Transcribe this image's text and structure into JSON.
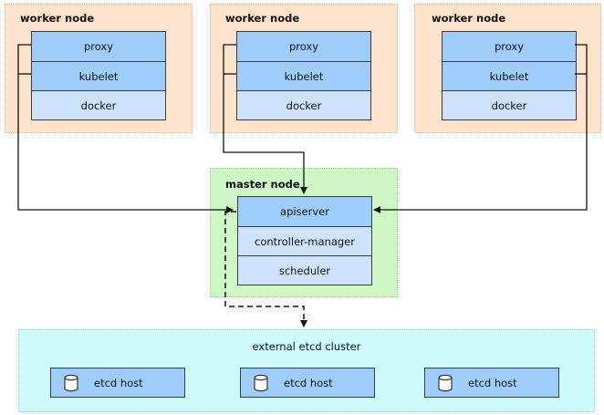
{
  "workers": [
    {
      "title": "worker node",
      "components": [
        "proxy",
        "kubelet",
        "docker"
      ]
    },
    {
      "title": "worker node",
      "components": [
        "proxy",
        "kubelet",
        "docker"
      ]
    },
    {
      "title": "worker node",
      "components": [
        "proxy",
        "kubelet",
        "docker"
      ]
    }
  ],
  "master": {
    "title": "master node",
    "components": [
      "apiserver",
      "controller-manager",
      "scheduler"
    ]
  },
  "etcd": {
    "title": "external etcd cluster",
    "hosts": [
      "etcd host",
      "etcd host",
      "etcd host"
    ],
    "icon": "database-icon"
  },
  "colors": {
    "worker_bg": "#fde3cb",
    "master_bg": "#cdf7c4",
    "etcd_bg": "#cdfbfb",
    "component_dark": "#9fcdfb",
    "component_light": "#cde3fb"
  }
}
